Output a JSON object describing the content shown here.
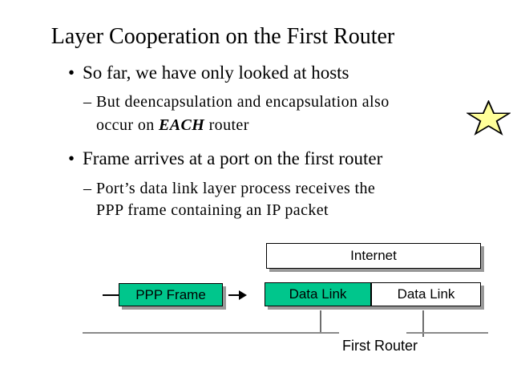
{
  "slide": {
    "title": "Layer Cooperation on the First Router",
    "bullet1_marker": "•",
    "bullet1": "So far, we have only looked at hosts",
    "sub1_marker": "–",
    "sub1_line1": "But deencapsulation and encapsulation also",
    "sub1_line2_pre": "occur on ",
    "sub1_line2_emph": "EACH",
    "sub1_line2_post": " router",
    "bullet2_marker": "•",
    "bullet2": "Frame arrives at a port on the first router",
    "sub2_marker": "–",
    "sub2_line1": "Port’s data link layer process receives the",
    "sub2_line2": "PPP frame containing an IP packet"
  },
  "diagram": {
    "internet_label": "Internet",
    "ppp_frame_label": "PPP Frame",
    "data_link_left_label": "Data Link",
    "data_link_right_label": "Data Link",
    "first_router_label": "First Router",
    "colors": {
      "box_green": "#00C68C",
      "shadow_gray": "#999999",
      "star_yellow": "#FFFF99",
      "line_gray": "#8a8a8a",
      "text": "#000000",
      "background": "#FFFFFF"
    }
  }
}
